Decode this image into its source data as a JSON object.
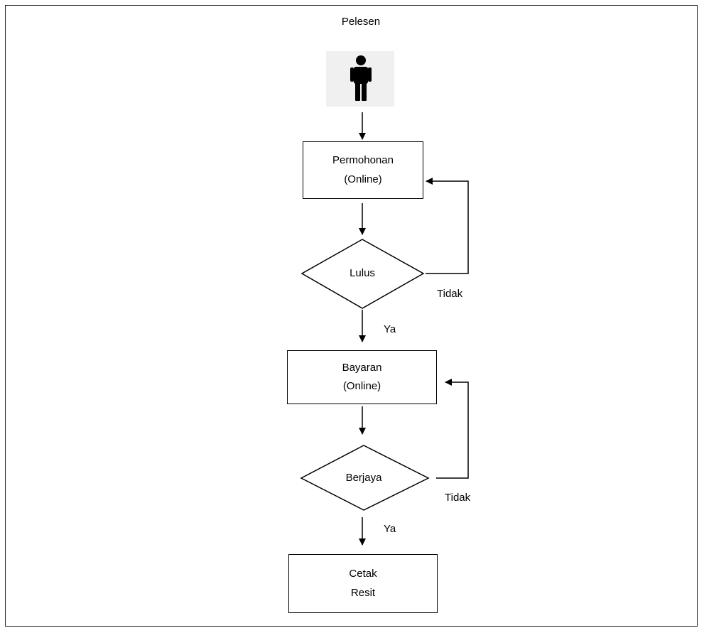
{
  "actor": {
    "label": "Pelesen",
    "icon": "person-icon"
  },
  "steps": {
    "application": {
      "line1": "Permohonan",
      "line2": "(Online)"
    },
    "approval_decision": {
      "label": "Lulus",
      "no_label": "Tidak",
      "yes_label": "Ya"
    },
    "payment": {
      "line1": "Bayaran",
      "line2": "(Online)"
    },
    "payment_decision": {
      "label": "Berjaya",
      "no_label": "Tidak",
      "yes_label": "Ya"
    },
    "receipt": {
      "line1": "Cetak",
      "line2": "Resit"
    }
  }
}
